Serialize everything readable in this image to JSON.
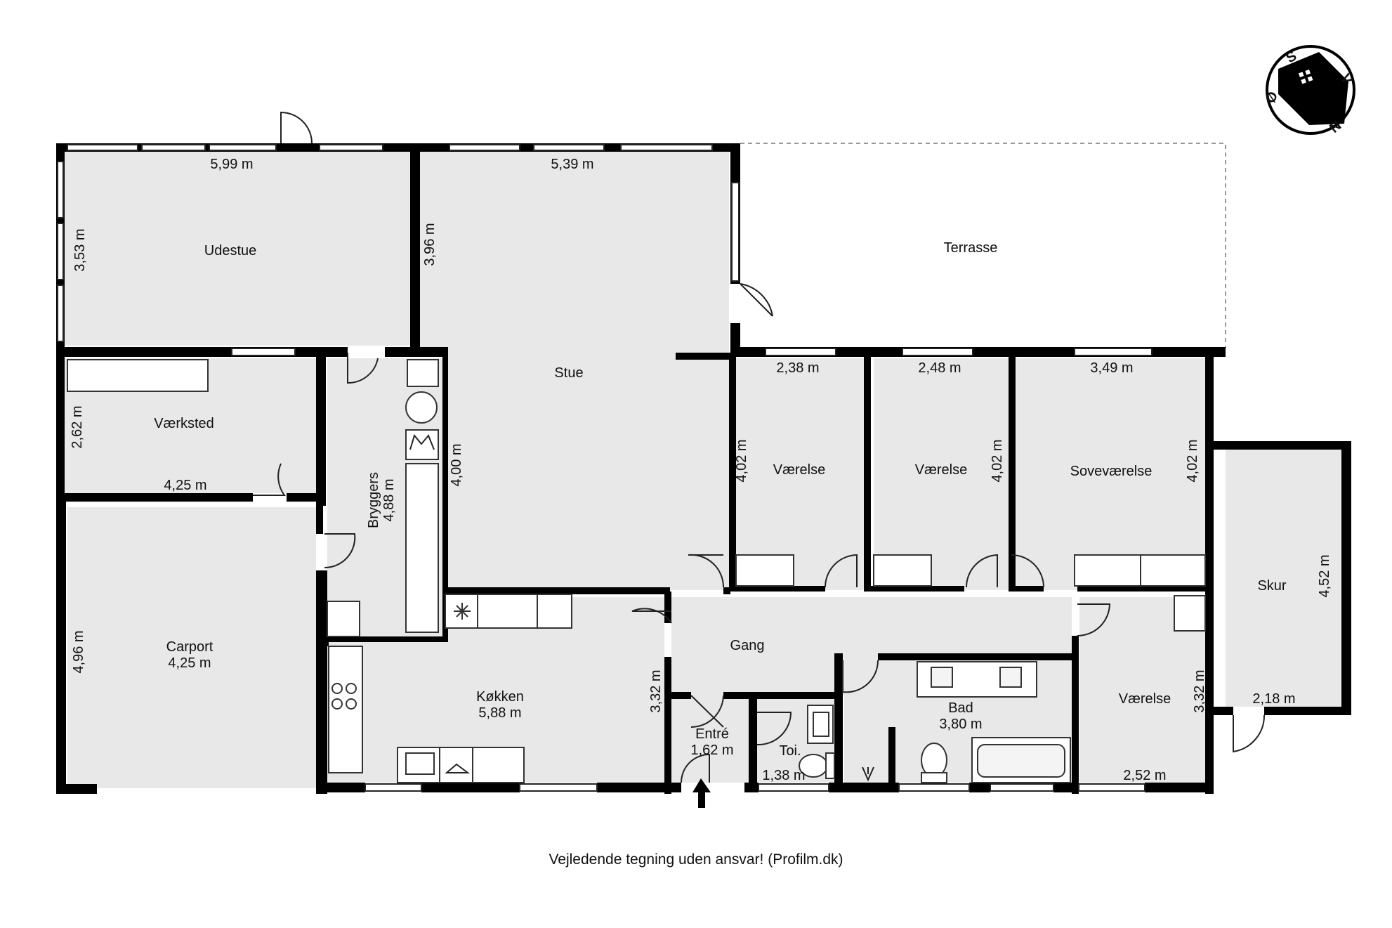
{
  "rooms": {
    "udestue": {
      "name": "Udestue",
      "w": "5,99 m",
      "h": "3,53 m"
    },
    "stue": {
      "name": "Stue",
      "w": "5,39 m",
      "h1": "3,96 m",
      "h2": "4,00 m"
    },
    "terrasse": {
      "name": "Terrasse"
    },
    "vaerksted": {
      "name": "Værksted",
      "h": "2,62 m",
      "w": "4,25 m"
    },
    "bryggers": {
      "name": "Bryggers",
      "dim": "4,88 m"
    },
    "carport": {
      "name": "Carport",
      "w": "4,25 m",
      "h": "4,96 m"
    },
    "vaerelse1": {
      "name": "Værelse",
      "w": "2,38 m",
      "h": "4,02 m"
    },
    "vaerelse2": {
      "name": "Værelse",
      "w": "2,48 m",
      "h": "4,02 m"
    },
    "sovevaerelse": {
      "name": "Soveværelse",
      "w": "3,49 m",
      "h": "4,02 m"
    },
    "skur": {
      "name": "Skur",
      "h": "4,52 m",
      "w": "2,18 m"
    },
    "koekken": {
      "name": "Køkken",
      "w": "5,88 m",
      "h": "3,32 m"
    },
    "gang": {
      "name": "Gang"
    },
    "entre": {
      "name": "Entré",
      "w": "1,62 m"
    },
    "toi": {
      "name": "Toi.",
      "w": "1,38 m"
    },
    "bad": {
      "name": "Bad",
      "w": "3,80 m"
    },
    "vaerelse3": {
      "name": "Værelse",
      "w": "2,52 m",
      "h": "3,32 m"
    }
  },
  "compass": {
    "letters": [
      "S",
      "V",
      "Ø",
      "N"
    ]
  },
  "disclaimer": "Vejledende tegning uden ansvar! (Profilm.dk)"
}
